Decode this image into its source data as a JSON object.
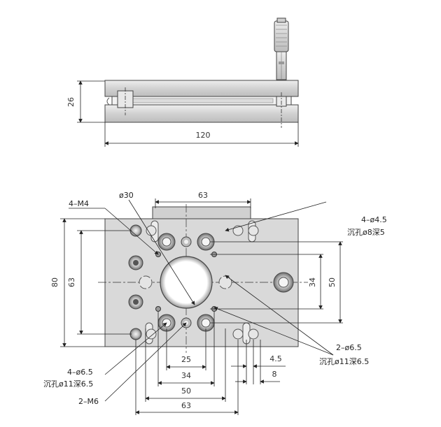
{
  "side_view": {
    "height_dim": "26",
    "width_dim": "120"
  },
  "top_view": {
    "dims": {
      "top_63": "63",
      "left_80": "80",
      "left_63": "63",
      "right_34": "34",
      "right_50": "50",
      "bottom_25": "25",
      "bottom_34": "34",
      "bottom_50": "50",
      "bottom_63": "63",
      "slot_45": "4.5",
      "slot_8": "8"
    },
    "callouts": {
      "phi30": "ø30",
      "m4": "4–M4",
      "hole45_line1": "4–ø4.5",
      "hole45_line2": "沉孔ø8深5",
      "hole65r_line1": "2–ø6.5",
      "hole65r_line2": "沉孔ø11深6.5",
      "hole65l_line1": "4–ø6.5",
      "hole65l_line2": "沉孔ø11深6.5",
      "m6": "2–M6"
    }
  },
  "colors": {
    "plate": "#d9d9d9",
    "hole_dark": "#7a7a7a",
    "line": "#222222"
  },
  "icons": [
    "micrometer-head-icon"
  ]
}
